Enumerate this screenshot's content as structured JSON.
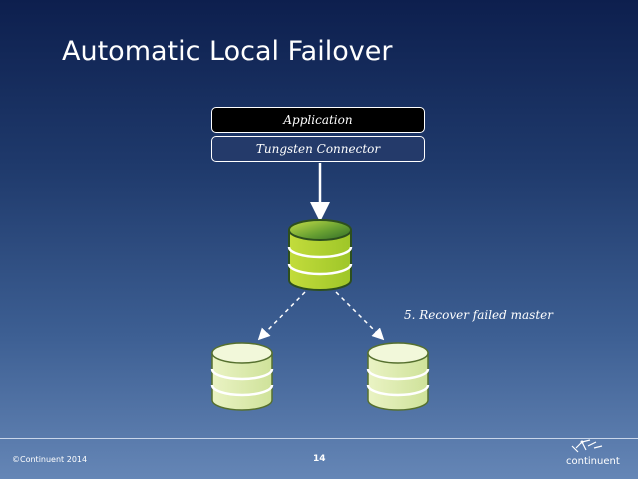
{
  "title": "Automatic Local Failover",
  "application_label": "Application",
  "connector_label": "Tungsten Connector",
  "annotation": "5. Recover failed master",
  "footer": {
    "copyright": "©Continuent 2014",
    "page_number": "14",
    "logo_text": "continuent"
  },
  "colors": {
    "master_db_top": "#4f8f2a",
    "slave_db": "#d5e6a0",
    "background_top": "#0d1f4e",
    "background_bottom": "#6586b6"
  }
}
